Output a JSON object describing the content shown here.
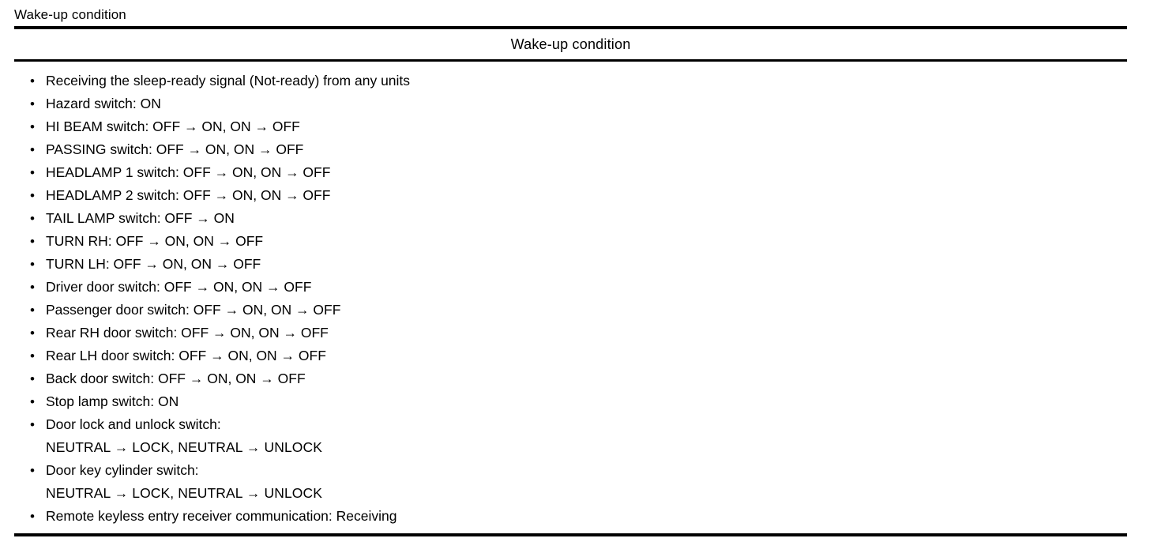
{
  "document": {
    "section_title": "Wake-up condition"
  },
  "table": {
    "header": "Wake-up condition",
    "bullet_glyph": "•",
    "rows": [
      {
        "lines": [
          "Receiving the sleep-ready signal (Not-ready) from any units"
        ]
      },
      {
        "lines": [
          "Hazard switch: ON"
        ]
      },
      {
        "lines": [
          "HI BEAM switch: OFF → ON, ON → OFF"
        ]
      },
      {
        "lines": [
          "PASSING switch: OFF → ON, ON → OFF"
        ]
      },
      {
        "lines": [
          "HEADLAMP 1 switch: OFF → ON, ON → OFF"
        ]
      },
      {
        "lines": [
          "HEADLAMP 2 switch: OFF → ON, ON → OFF"
        ]
      },
      {
        "lines": [
          "TAIL LAMP switch: OFF → ON"
        ]
      },
      {
        "lines": [
          "TURN RH: OFF → ON, ON → OFF"
        ]
      },
      {
        "lines": [
          "TURN LH: OFF → ON, ON → OFF"
        ]
      },
      {
        "lines": [
          "Driver door switch: OFF → ON, ON → OFF"
        ]
      },
      {
        "lines": [
          "Passenger door switch: OFF → ON, ON → OFF"
        ]
      },
      {
        "lines": [
          "Rear RH door switch: OFF → ON, ON → OFF"
        ]
      },
      {
        "lines": [
          "Rear LH door switch: OFF → ON, ON → OFF"
        ]
      },
      {
        "lines": [
          "Back door switch: OFF → ON, ON → OFF"
        ]
      },
      {
        "lines": [
          "Stop lamp switch: ON"
        ]
      },
      {
        "lines": [
          "Door lock and unlock switch:",
          "NEUTRAL → LOCK, NEUTRAL → UNLOCK"
        ]
      },
      {
        "lines": [
          "Door key cylinder switch:",
          "NEUTRAL → LOCK, NEUTRAL → UNLOCK"
        ]
      },
      {
        "lines": [
          "Remote keyless entry receiver communication: Receiving"
        ]
      }
    ]
  },
  "colors": {
    "text": "#000000",
    "rule": "#000000",
    "background": "#ffffff"
  }
}
